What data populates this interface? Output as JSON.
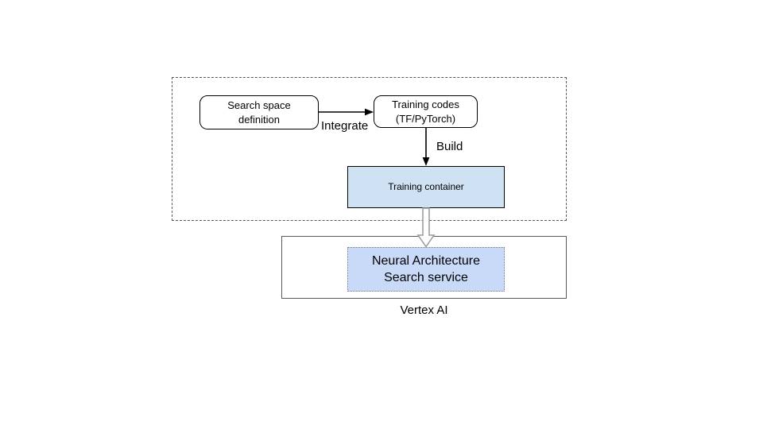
{
  "diagram": {
    "title_context": "Neural Architecture Search training flow",
    "pipeline": {
      "search_space_label": "Search space\ndefinition",
      "training_codes_label": "Training codes\n(TF/PyTorch)",
      "integrate_label": "Integrate",
      "build_label": "Build",
      "training_container_label": "Training container"
    },
    "vertex": {
      "nas_service_label": "Neural Architecture\nSearch service",
      "platform_label": "Vertex AI"
    },
    "colors": {
      "training_container_fill": "#cfe2f3",
      "nas_service_fill": "#c9daf8",
      "node_border": "#000000",
      "container_border": "#595959",
      "nas_dotted_border": "#7f7f7f",
      "hollow_arrow_stroke": "#999999",
      "background": "#ffffff",
      "text": "#000000"
    }
  }
}
